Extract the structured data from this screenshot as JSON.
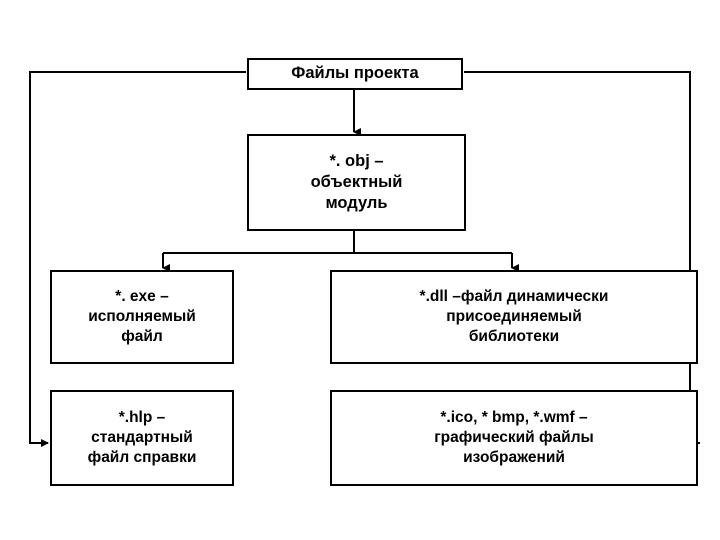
{
  "diagram": {
    "title": "Файлы проекта",
    "nodes": {
      "root": {
        "label": "Файлы проекта"
      },
      "obj": {
        "label": "*. obj –\nобъектный\nмодуль"
      },
      "exe": {
        "label": "*. exe –\nисполняемый\nфайл"
      },
      "dll": {
        "label": "*.dll –файл динамически\nприсоединяемый\nбиблиотеки"
      },
      "hlp": {
        "label": "*.hlp –\nстандартный\nфайл справки"
      },
      "ico": {
        "label": "*.ico, * bmp, *.wmf –\nграфический файлы\nизображений"
      }
    },
    "edges": [
      {
        "name": "root-to-obj",
        "from": "root",
        "to": "obj",
        "arrow": "down"
      },
      {
        "name": "obj-to-exe",
        "from": "obj",
        "to": "exe",
        "arrow": "down"
      },
      {
        "name": "obj-to-dll",
        "from": "obj",
        "to": "dll",
        "arrow": "down"
      },
      {
        "name": "root-to-hlp",
        "from": "root",
        "to": "hlp",
        "arrow": "right"
      },
      {
        "name": "root-to-ico",
        "from": "root",
        "to": "ico",
        "arrow": "left"
      }
    ],
    "colors": {
      "line": "#000000",
      "box_border": "#000000",
      "box_fill": "#ffffff",
      "text": "#000000",
      "background": "#ffffff"
    }
  }
}
